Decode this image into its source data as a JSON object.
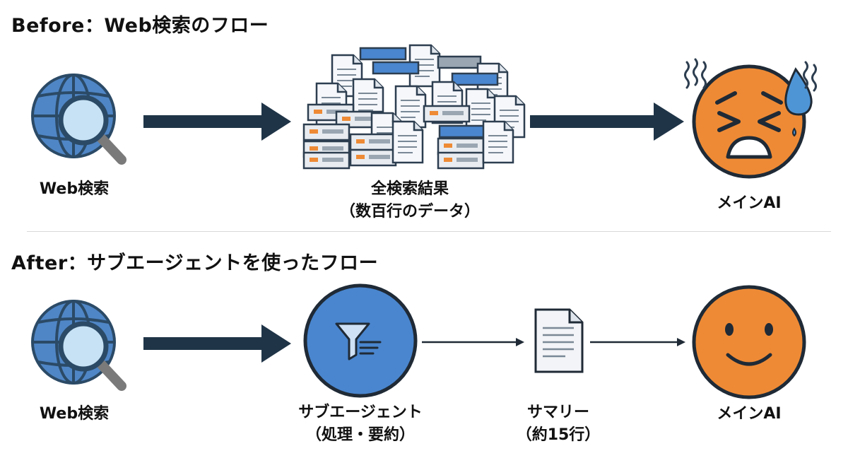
{
  "before": {
    "title": "Before：Web検索のフロー",
    "web_search_label": "Web検索",
    "results_label_line1": "全検索結果",
    "results_label_line2": "（数百行のデータ）",
    "main_ai_label": "メインAI"
  },
  "after": {
    "title": "After：サブエージェントを使ったフロー",
    "web_search_label": "Web検索",
    "subagent_label_line1": "サブエージェント",
    "subagent_label_line2": "（処理・要約）",
    "summary_label_line1": "サマリー",
    "summary_label_line2": "（約15行）",
    "main_ai_label": "メインAI"
  },
  "colors": {
    "globe_blue": "#4f86c6",
    "globe_dark": "#2b4a66",
    "arrow_dark": "#1f3447",
    "face_orange": "#ee8a35",
    "subagent_blue": "#4a86cf",
    "tear_blue": "#4e95d6"
  },
  "icons": {
    "search": "globe-search-icon",
    "documents": "document-pile-icon",
    "stressed_face": "stressed-face-icon",
    "funnel": "funnel-icon",
    "summary_doc": "document-icon",
    "happy_face": "smiling-face-icon"
  }
}
